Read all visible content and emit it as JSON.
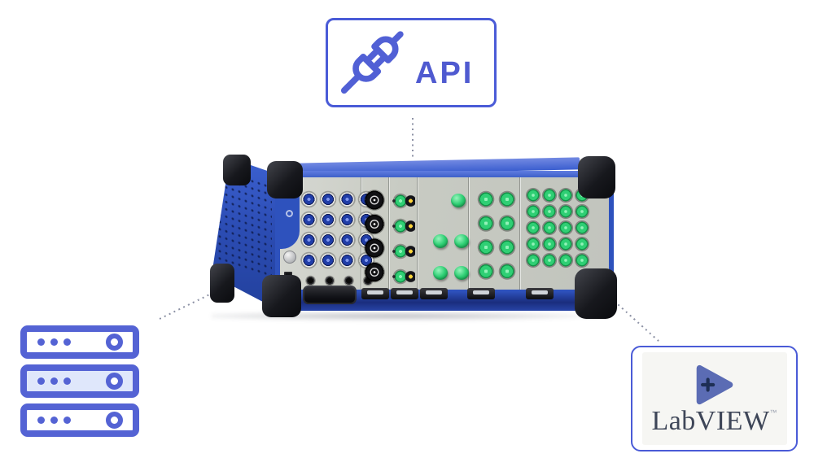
{
  "scene": {
    "background_color": "#ffffff",
    "description": "Blue modular fiber-optic test instrument chassis linked by dotted lines to an API plug icon, a server-rack icon and the LabVIEW logo"
  },
  "api_callout": {
    "label": "API",
    "icon": "plug-connection-icon",
    "border_color": "#4a5bd7",
    "label_color": "#4f5ad0"
  },
  "servers_callout": {
    "icon": "server-rack-icon",
    "unit_count": 3,
    "outline_color": "#5463d4",
    "highlight_fill": "#dfe7fb"
  },
  "labview_callout": {
    "label": "LabVIEW",
    "trademark": "™",
    "icon": "labview-play-icon",
    "border_color": "#4a5bd7",
    "wordmark_color": "#3e4658",
    "play_color": "#5b6cb4",
    "plus_color": "#1e2f55"
  },
  "device": {
    "description": "blue benchtop chassis with gray front panel, modular fiber connector cards and black corner bumpers",
    "chassis_color": "#2e52bd",
    "panel_color": "#c8cbc3",
    "bumper_color": "#15161a",
    "connector_colors": {
      "blue": "#203da8",
      "green": "#2fcf74",
      "black": "#111111",
      "gold": "#d9b85c"
    }
  },
  "connector_lines": {
    "style": "dotted",
    "color": "#8d92a5"
  }
}
